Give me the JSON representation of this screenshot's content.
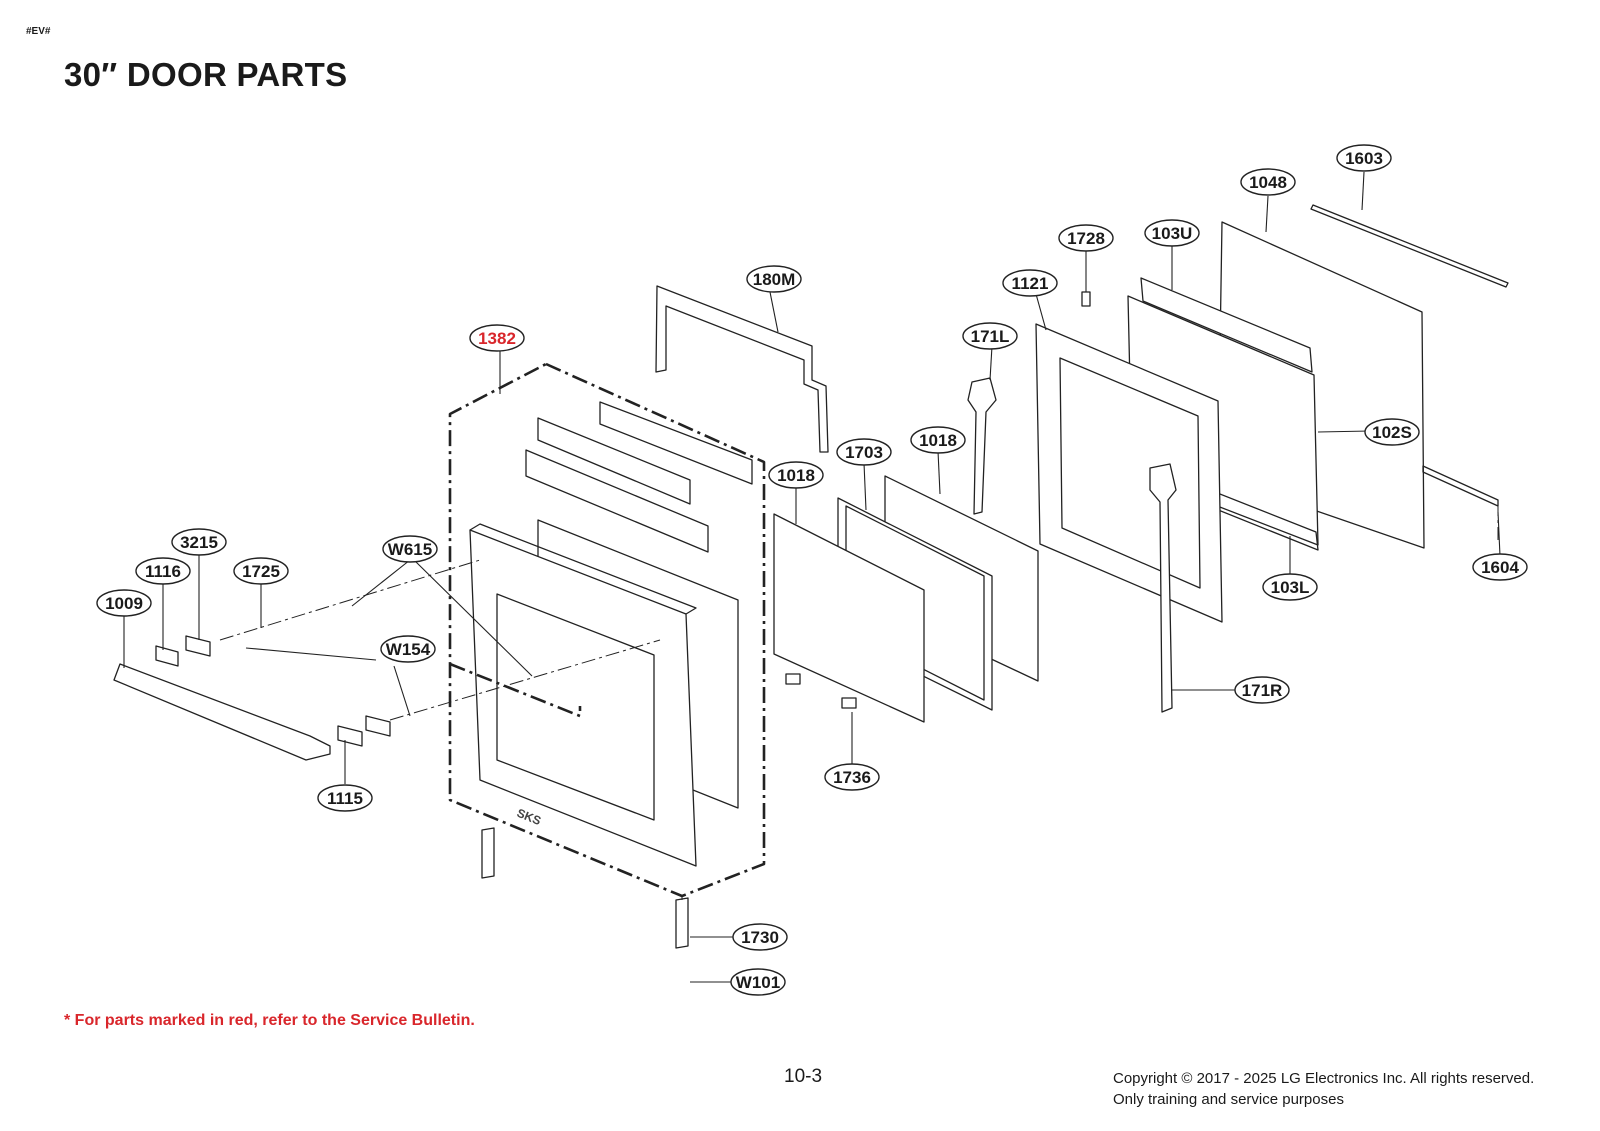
{
  "header": {
    "tag": "#EV#",
    "title": "30″ DOOR PARTS"
  },
  "callouts": [
    {
      "id": "1603",
      "red": false
    },
    {
      "id": "1048",
      "red": false
    },
    {
      "id": "1728",
      "red": false
    },
    {
      "id": "103U",
      "red": false
    },
    {
      "id": "1121",
      "red": false
    },
    {
      "id": "180M",
      "red": false
    },
    {
      "id": "171L",
      "red": false
    },
    {
      "id": "1382",
      "red": true
    },
    {
      "id": "102S",
      "red": false
    },
    {
      "id": "1703",
      "red": false
    },
    {
      "id": "1018",
      "red": false
    },
    {
      "id": "1018",
      "red": false
    },
    {
      "id": "3215",
      "red": false
    },
    {
      "id": "W615",
      "red": false
    },
    {
      "id": "1116",
      "red": false
    },
    {
      "id": "1725",
      "red": false
    },
    {
      "id": "1009",
      "red": false
    },
    {
      "id": "1604",
      "red": false
    },
    {
      "id": "103L",
      "red": false
    },
    {
      "id": "W154",
      "red": false
    },
    {
      "id": "171R",
      "red": false
    },
    {
      "id": "1736",
      "red": false
    },
    {
      "id": "1115",
      "red": false
    },
    {
      "id": "1730",
      "red": false
    },
    {
      "id": "W101",
      "red": false
    }
  ],
  "door_marking": "SKS",
  "footer": {
    "note": "* For parts marked in red, refer to the Service Bulletin.",
    "page_number": "10-3",
    "copyright_line1": "Copyright © 2017 - 2025 LG Electronics Inc. All rights reserved.",
    "copyright_line2": "Only training and service purposes"
  },
  "colors": {
    "highlight": "#d9262b",
    "line": "#222222"
  }
}
